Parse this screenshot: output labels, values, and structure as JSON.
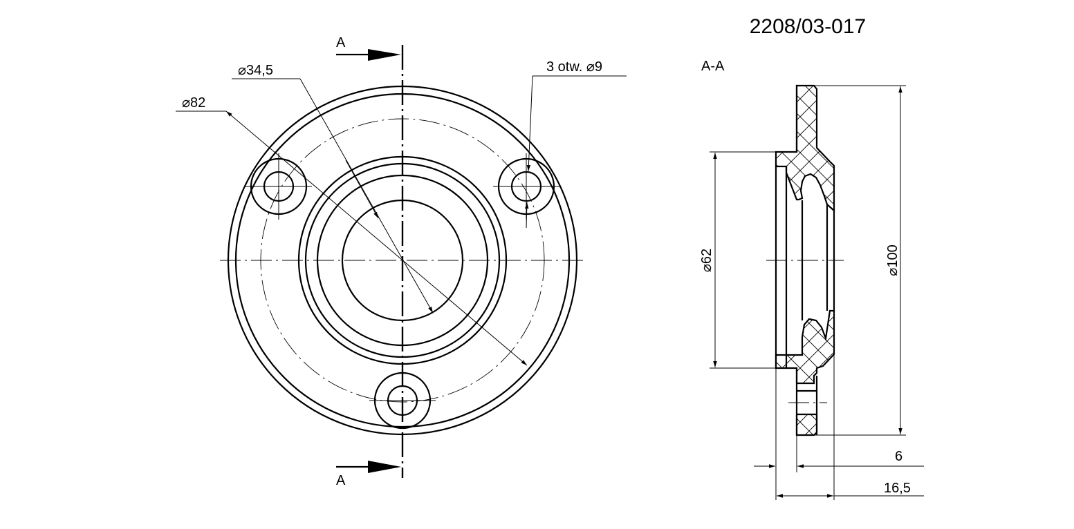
{
  "drawing": {
    "number": "2208/03-017",
    "section_label": "A-A",
    "section_marker_top": "A",
    "section_marker_bottom": "A"
  },
  "dimensions": {
    "pitch_circle": "⌀82",
    "inner_bore": "⌀34,5",
    "holes": "3 otw. ⌀9",
    "recess_diameter": "⌀62",
    "outer_diameter": "⌀100",
    "flange_thickness": "6",
    "total_length": "16,5"
  }
}
